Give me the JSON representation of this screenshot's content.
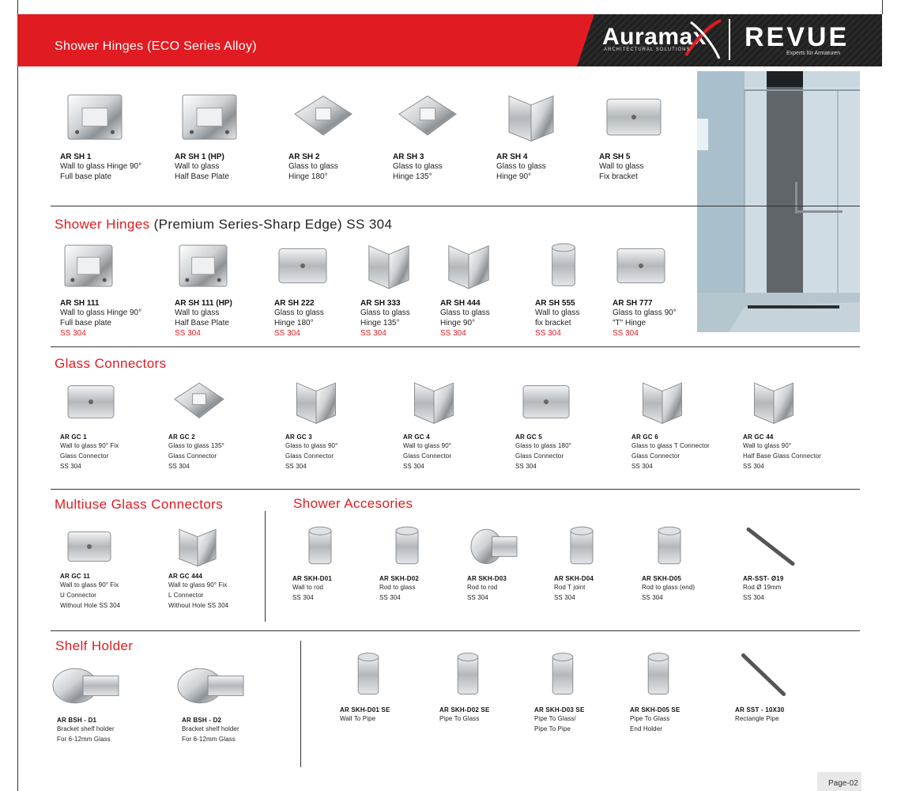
{
  "header": {
    "title": "Shower Hinges (ECO Series Alloy)",
    "brand1": "Auramax",
    "brand1_tagline": "ARCHITECTURAL SOLUTIONS",
    "brand2": "REVUE",
    "brand2_tagline": "Experts für Armaturen"
  },
  "sections": {
    "premium": {
      "title_red": "Shower Hinges",
      "title_rest": "(Premium Series-Sharp Edge) SS 304"
    },
    "connectors": {
      "title": "Glass Connectors"
    },
    "multiuse": {
      "title": "Multiuse Glass Connectors"
    },
    "accessories": {
      "title": "Shower Accesories"
    },
    "shelf": {
      "title": "Shelf Holder"
    }
  },
  "eco": [
    {
      "code": "AR SH 1",
      "l1": "Wall to glass Hinge 90°",
      "l2": "Full base plate"
    },
    {
      "code": "AR SH 1 (HP)",
      "l1": "Wall to glass",
      "l2": "Half Base Plate"
    },
    {
      "code": "AR SH 2",
      "l1": "Glass to glass",
      "l2": "Hinge 180°"
    },
    {
      "code": "AR SH 3",
      "l1": "Glass to glass",
      "l2": "Hinge 135°"
    },
    {
      "code": "AR SH 4",
      "l1": "Glass to glass",
      "l2": "Hinge 90°"
    },
    {
      "code": "AR SH 5",
      "l1": "Wall to glass",
      "l2": "Fix bracket"
    }
  ],
  "premium": [
    {
      "code": "AR SH 111",
      "l1": "Wall to glass Hinge 90°",
      "l2": "Full base plate",
      "l3": "SS 304"
    },
    {
      "code": "AR SH 111 (HP)",
      "l1": "Wall to glass",
      "l2": "Half Base Plate",
      "l3": "SS 304"
    },
    {
      "code": "AR SH 222",
      "l1": "Glass to glass",
      "l2": "Hinge 180°",
      "l3": "SS 304"
    },
    {
      "code": "AR SH 333",
      "l1": "Glass to glass",
      "l2": "Hinge 135°",
      "l3": "SS 304"
    },
    {
      "code": "AR SH 444",
      "l1": "Glass to glass",
      "l2": "Hinge 90°",
      "l3": "SS 304"
    },
    {
      "code": "AR SH 555",
      "l1": "Wall to glass",
      "l2": "fix bracket",
      "l3": "SS 304"
    },
    {
      "code": "AR SH 777",
      "l1": "Glass to glass 90°",
      "l2": "\"T\" Hinge",
      "l3": "SS 304"
    }
  ],
  "connectors": [
    {
      "code": "AR GC 1",
      "l1": "Wall to glass 90° Fix",
      "l2": "Glass Connector",
      "l3": "SS 304"
    },
    {
      "code": "AR GC 2",
      "l1": "Glass to glass 135°",
      "l2": "Glass Connector",
      "l3": "SS 304"
    },
    {
      "code": "AR GC 3",
      "l1": "Glass to glass 90°",
      "l2": "Glass Connector",
      "l3": "SS 304"
    },
    {
      "code": "AR GC 4",
      "l1": "Wall to glass 90°",
      "l2": "Glass Connector",
      "l3": "SS 304"
    },
    {
      "code": "AR GC 5",
      "l1": "Glass to glass 180°",
      "l2": "Glass Connector",
      "l3": "SS 304"
    },
    {
      "code": "AR GC 6",
      "l1": "Glass to glass T Connector",
      "l2": "Glass Connector",
      "l3": "SS 304"
    },
    {
      "code": "AR GC 44",
      "l1": "Wall to glass 90°",
      "l2": "Half Base Glass Connector",
      "l3": "SS 304"
    }
  ],
  "multiuse": [
    {
      "code": "AR GC 11",
      "l1": "Wall to glass 90° Fix",
      "l2": "U Connector",
      "l3": "Without Hole SS 304"
    },
    {
      "code": "AR GC 444",
      "l1": "Wall to glass 90° Fix",
      "l2": "L Connector",
      "l3": "Without Hole SS 304"
    }
  ],
  "accessories": [
    {
      "code": "AR SKH-D01",
      "l1": "Wall to rod",
      "l2": "SS 304"
    },
    {
      "code": "AR SKH-D02",
      "l1": "Rod to glass",
      "l2": "SS 304"
    },
    {
      "code": "AR SKH-D03",
      "l1": "Rod to rod",
      "l2": "SS 304"
    },
    {
      "code": "AR SKH-D04",
      "l1": "Rod T joint",
      "l2": "SS 304"
    },
    {
      "code": "AR SKH-D05",
      "l1": "Rod to glass (end)",
      "l2": "SS 304"
    },
    {
      "code": "AR-SST- Ø19",
      "l1": "Rod Ø 19mm",
      "l2": "SS 304"
    }
  ],
  "shelf": [
    {
      "code": "AR BSH - D1",
      "l1": "Bracket shelf holder",
      "l2": "For 6-12mm Glass"
    },
    {
      "code": "AR BSH - D2",
      "l1": "Bracket shelf holder",
      "l2": "For 6-12mm Glass"
    }
  ],
  "pipe": [
    {
      "code": "AR SKH-D01 SE",
      "l1": "Wall To Pipe",
      "l2": ""
    },
    {
      "code": "AR SKH-D02 SE",
      "l1": "Pipe To Glass",
      "l2": ""
    },
    {
      "code": "AR SKH-D03 SE",
      "l1": "Pipe To Glass/",
      "l2": "Pipe To Pipe"
    },
    {
      "code": "AR SKH-D05 SE",
      "l1": "Pipe To Glass",
      "l2": "End Holder"
    },
    {
      "code": "AR SST - 10X30",
      "l1": "Rectangle Pipe",
      "l2": ""
    }
  ],
  "footer": {
    "page": "Page-02"
  }
}
